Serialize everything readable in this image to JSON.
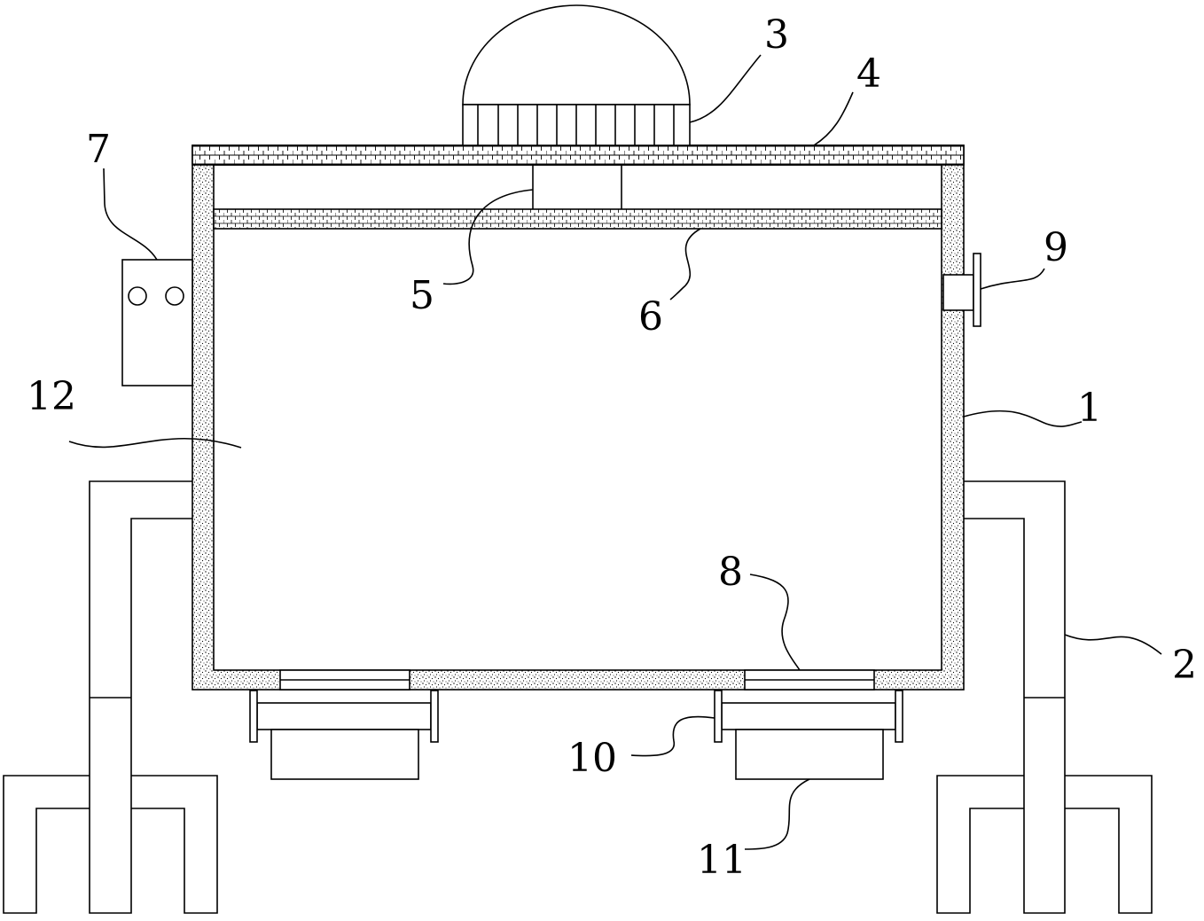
{
  "labels": {
    "l1": "1",
    "l2": "2",
    "l3": "3",
    "l4": "4",
    "l5": "5",
    "l6": "6",
    "l7": "7",
    "l8": "8",
    "l9": "9",
    "l10": "10",
    "l11": "11",
    "l12": "12"
  },
  "colors": {
    "line": "#000000",
    "background": "#ffffff",
    "stipple": "#000000"
  }
}
